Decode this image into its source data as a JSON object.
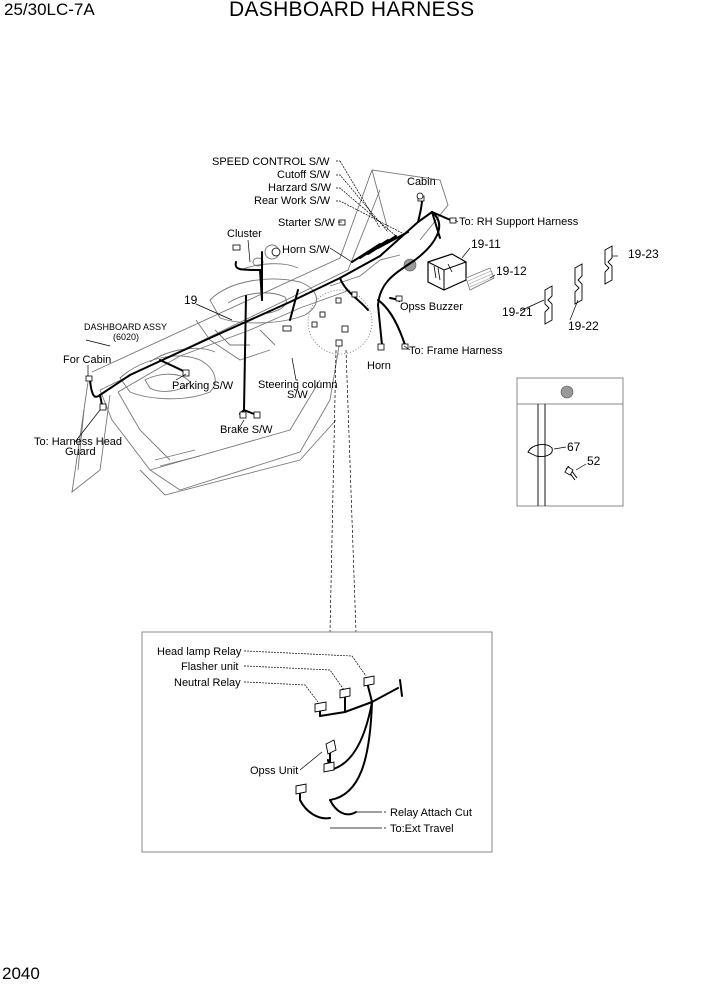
{
  "header": {
    "model": "25/30LC-7A",
    "title": "DASHBOARD HARNESS",
    "page_number": "2040"
  },
  "main_labels": {
    "speed_control": "SPEED CONTROL S/W",
    "cutoff": "Cutoff S/W",
    "hazard": "Harzard S/W",
    "rear_work": "Rear Work S/W",
    "starter": "Starter S/W",
    "horn_sw": "Horn S/W",
    "cluster": "Cluster",
    "cabin": "Cabin",
    "rh_support": "To: RH Support Harness",
    "opss_buzzer": "Opss Buzzer",
    "frame_harness": "To: Frame Harness",
    "horn": "Horn",
    "steering_column_1": "Steering column",
    "steering_column_2": "S/W",
    "brake": "Brake S/W",
    "parking": "Parking S/W",
    "for_cabin": "For Cabin",
    "harness_head_1": "To: Harness Head",
    "harness_head_2": "Guard",
    "dashboard_assy_1": "DASHBOARD ASSY",
    "dashboard_assy_2": "(6020)"
  },
  "part_numbers": {
    "p19": "19",
    "p19_11": "19-11",
    "p19_12": "19-12",
    "p19_21": "19-21",
    "p19_22": "19-22",
    "p19_23": "19-23",
    "p67": "67",
    "p52": "52"
  },
  "detail_labels": {
    "head_lamp_relay": "Head lamp Relay",
    "flasher_unit": "Flasher unit",
    "neutral_relay": "Neutral Relay",
    "opss_unit": "Opss Unit",
    "relay_attach_cut": "Relay Attach Cut",
    "ext_travel": "To:Ext Travel"
  },
  "colors": {
    "wire": "#000000",
    "outline": "#777777",
    "detail_box": "#888888"
  }
}
